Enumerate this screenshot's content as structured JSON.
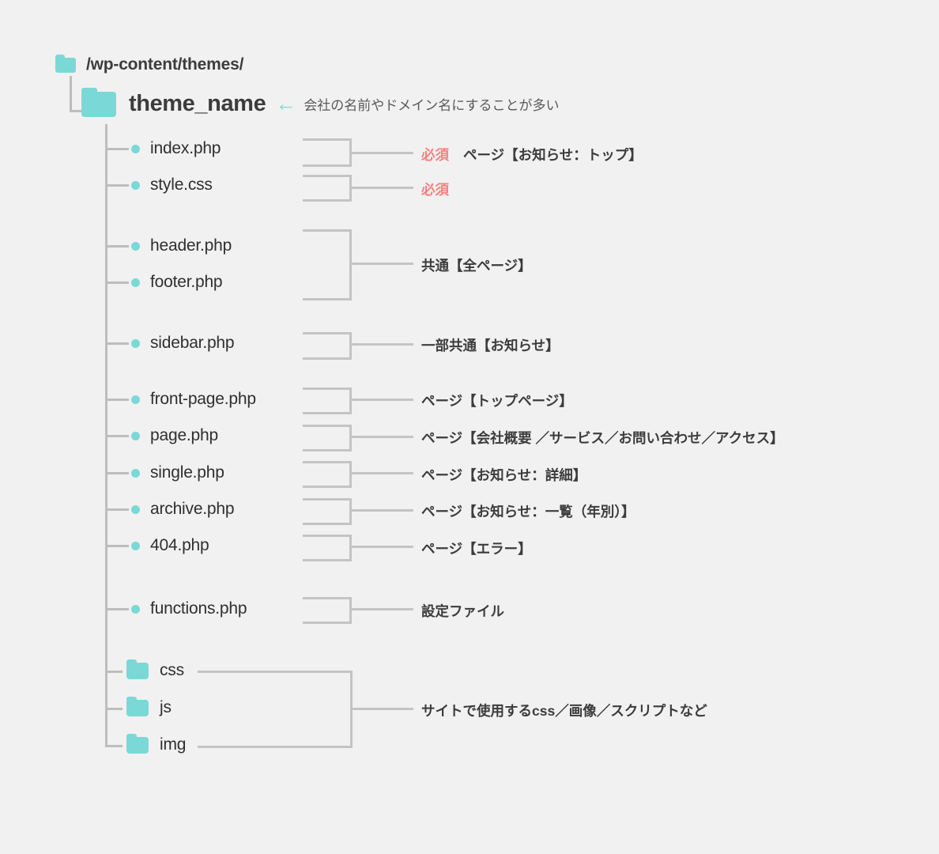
{
  "meta": {
    "background": "#f1f1f1",
    "accent_teal": "#7ad9d6",
    "required_red": "#fa8080",
    "line_gray": "#bdbdbd",
    "text_dark": "#3c3c3c"
  },
  "tree": {
    "root": {
      "label": "/wp-content/themes/",
      "icon": "folder-icon"
    },
    "theme": {
      "label": "theme_name",
      "icon": "folder-icon",
      "arrow": "←",
      "note": "会社の名前やドメイン名にすることが多い"
    },
    "files": [
      {
        "name": "index.php",
        "icon": "bullet-icon"
      },
      {
        "name": "style.css",
        "icon": "bullet-icon"
      },
      {
        "name": "header.php",
        "icon": "bullet-icon"
      },
      {
        "name": "footer.php",
        "icon": "bullet-icon"
      },
      {
        "name": "sidebar.php",
        "icon": "bullet-icon"
      },
      {
        "name": "front-page.php",
        "icon": "bullet-icon"
      },
      {
        "name": "page.php",
        "icon": "bullet-icon"
      },
      {
        "name": "single.php",
        "icon": "bullet-icon"
      },
      {
        "name": "archive.php",
        "icon": "bullet-icon"
      },
      {
        "name": "404.php",
        "icon": "bullet-icon"
      },
      {
        "name": "functions.php",
        "icon": "bullet-icon"
      }
    ],
    "directories": [
      {
        "name": "css",
        "icon": "folder-icon"
      },
      {
        "name": "js",
        "icon": "folder-icon"
      },
      {
        "name": "img",
        "icon": "folder-icon"
      }
    ]
  },
  "annotations": {
    "index": {
      "required": "必須",
      "text": "ページ【お知らせ：トップ】"
    },
    "style": {
      "required": "必須",
      "text": ""
    },
    "header_footer": {
      "text": "共通【全ページ】"
    },
    "sidebar": {
      "text": "一部共通【お知らせ】"
    },
    "front_page": {
      "text": "ページ【トップページ】"
    },
    "page": {
      "text": "ページ【会社概要 ／サービス／お問い合わせ／アクセス】"
    },
    "single": {
      "text": "ページ【お知らせ：詳細】"
    },
    "archive": {
      "text": "ページ【お知らせ：一覧（年別）】"
    },
    "error404": {
      "text": "ページ【エラー】"
    },
    "functions": {
      "text": "設定ファイル"
    },
    "assets": {
      "text": "サイトで使用するcss／画像／スクリプトなど"
    }
  }
}
